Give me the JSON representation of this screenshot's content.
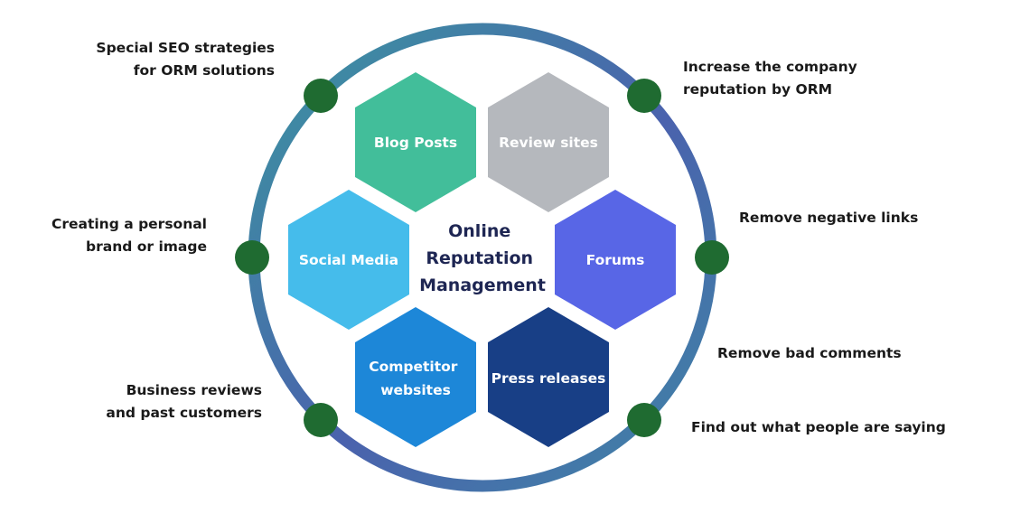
{
  "center": {
    "title_lines": [
      "Online",
      "Reputation",
      "Management"
    ]
  },
  "hexagons": [
    {
      "id": "blog-posts",
      "lines": [
        "Blog Posts"
      ],
      "color": "#42be9a"
    },
    {
      "id": "review-sites",
      "lines": [
        "Review sites"
      ],
      "color": "#b5b8bd"
    },
    {
      "id": "social-media",
      "lines": [
        "Social Media"
      ],
      "color": "#45bceb"
    },
    {
      "id": "forums",
      "lines": [
        "Forums"
      ],
      "color": "#5866e6"
    },
    {
      "id": "competitor-websites",
      "lines": [
        "Competitor",
        "websites"
      ],
      "color": "#1d87d8"
    },
    {
      "id": "press-releases",
      "lines": [
        "Press releases"
      ],
      "color": "#183f86"
    }
  ],
  "side_labels": {
    "seo": [
      "Special SEO strategies",
      "for ORM solutions"
    ],
    "personal_brand": [
      "Creating a personal",
      "brand or image"
    ],
    "business_reviews": [
      "Business reviews",
      "and past customers"
    ],
    "increase_reputation": [
      "Increase the company",
      "reputation by ORM"
    ],
    "remove_links": [
      "Remove negative links"
    ],
    "remove_comments": [
      "Remove bad comments"
    ],
    "find_out": [
      "Find out what people are saying"
    ]
  },
  "colors": {
    "ring_teal": "#3a8f99",
    "ring_blue": "#4b5aa8",
    "dot_green": "#1f6b31",
    "center_text": "#1e2653"
  }
}
